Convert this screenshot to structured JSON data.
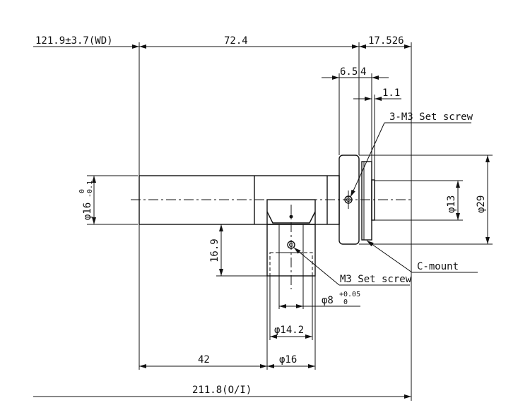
{
  "dimensions": {
    "wd": "121.9±3.7(WD)",
    "length_72": "72.4",
    "flange_back": "17.526",
    "d6_5": "6.5",
    "d4": "4",
    "d1_1": "1.1",
    "dia16_tube": "φ16",
    "dia16_tol_upper": "0",
    "dia16_tol_lower": "-0.1",
    "d16_9": "16.9",
    "dia13": "φ13",
    "dia29": "φ29",
    "dia8": "φ8",
    "dia8_tol_upper": "+0.05",
    "dia8_tol_lower": "0",
    "dia14_2": "φ14.2",
    "d42": "42",
    "dia16_port": "φ16",
    "overall": "211.8(O/I)"
  },
  "callouts": {
    "set_screw_3": "3-M3 Set screw",
    "set_screw": "M3 Set screw",
    "cmount": "C-mount"
  }
}
